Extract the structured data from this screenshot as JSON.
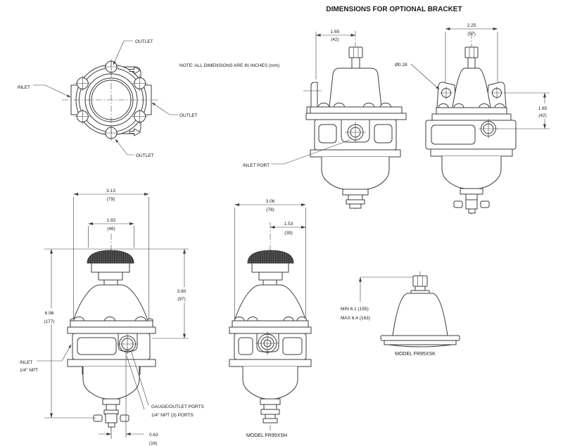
{
  "title": "DIMENSIONS FOR OPTIONAL BRACKET",
  "note": "NOTE: ALL DIMENSIONS ARE IN INCHES (mm)",
  "colors": {
    "line": "#3b3b3b",
    "text": "#1a1a1a",
    "knob": "#555555"
  },
  "top_view": {
    "label_outlet_top": "OUTLET",
    "label_inlet": "INLET",
    "label_outlet_right": "OUTLET",
    "label_outlet_bottom": "OUTLET"
  },
  "bracket_side_view": {
    "width_in": "1.65",
    "width_mm": "(42)",
    "inlet_port_label": "INLET PORT"
  },
  "bracket_front_view": {
    "width_in": "2.25",
    "width_mm": "(57)",
    "hole_dia": "Ø0.28",
    "height_in": "1.65",
    "height_mm": "(42)"
  },
  "front_view": {
    "width_in": "3.13",
    "width_mm": "(79)",
    "knob_width_in": "1.82",
    "knob_width_mm": "(46)",
    "height_knob_in": "3.80",
    "height_knob_mm": "(97)",
    "height_total_in": "6.96",
    "height_total_mm": "(177)",
    "port_offset_in": "0.63",
    "port_offset_mm": "(16)",
    "inlet_label_1": "INLET",
    "inlet_label_2": "1/4\" NPT",
    "gauge_label_1": "GAUGE/OUTLET PORTS",
    "gauge_label_2": "1/4\" NPT (3) PORTS"
  },
  "model_sh_view": {
    "width_in": "3.06",
    "width_mm": "(78)",
    "half_width_in": "1.53",
    "half_width_mm": "(39)",
    "model_label": "MODEL FR95XSH"
  },
  "model_sk_view": {
    "height_min": "MIN 6.1 (155)",
    "height_max": "MAX 6.4 (163)",
    "model_label": "MODEL FR95XSK"
  }
}
